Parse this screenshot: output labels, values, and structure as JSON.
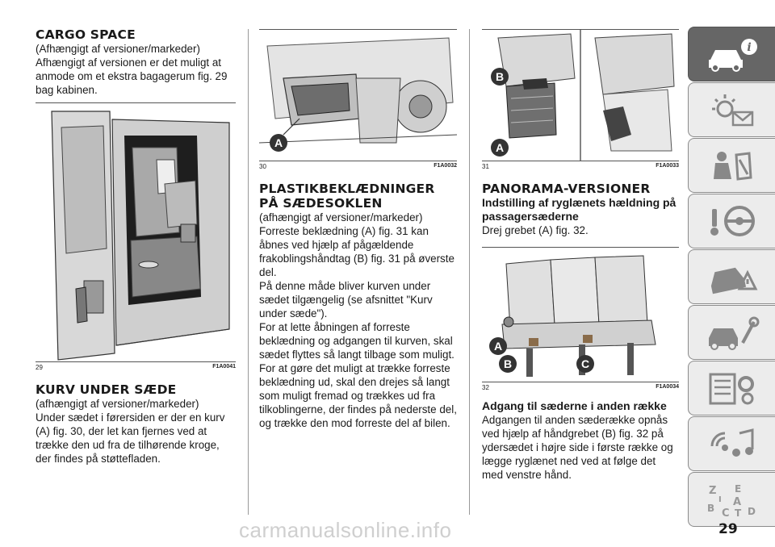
{
  "col1": {
    "cargo_title": "CARGO SPACE",
    "cargo_p1": "(Afhængigt af versioner/markeder)",
    "cargo_p2": "Afhængigt af versionen er det muligt at anmode om et ekstra bagagerum fig. 29 bag kabinen.",
    "fig29_num": "29",
    "fig29_code": "F1A0041",
    "kurv_title": "KURV UNDER SÆDE",
    "kurv_p1": "(afhængigt af versioner/markeder)",
    "kurv_p2": "Under sædet i førersiden er der en kurv (A) fig. 30, der let kan fjernes ved at trække den ud fra de tilhørende kroge, der findes på støttefladen."
  },
  "col2": {
    "fig30_num": "30",
    "fig30_code": "F1A0032",
    "fig30_label_a": "A",
    "plast_title": "PLASTIKBEKLÆDNINGER PÅ SÆDESOKLEN",
    "plast_p1": "(afhængigt af versioner/markeder)",
    "plast_p2": "Forreste beklædning (A) fig. 31 kan åbnes ved hjælp af pågældende frakoblingshåndtag (B) fig. 31 på øverste del.",
    "plast_p3": "På denne måde bliver kurven under sædet tilgængelig (se afsnittet \"Kurv under sæde\").",
    "plast_p4": "For at lette åbningen af forreste beklædning og adgangen til kurven, skal sædet flyttes så langt tilbage som muligt.",
    "plast_p5": "For at gøre det muligt at trække forreste beklædning ud, skal den drejes så langt som muligt fremad og trækkes ud fra tilkoblingerne, der findes på nederste del, og trække den mod forreste del af bilen."
  },
  "col3": {
    "fig31_num": "31",
    "fig31_code": "F1A0033",
    "fig31_label_a": "A",
    "fig31_label_b": "B",
    "pano_title": "PANORAMA-VERSIONER",
    "pano_sub": "Indstilling af ryglænets hældning på passagersæderne",
    "pano_p1": "Drej grebet (A) fig. 32.",
    "fig32_num": "32",
    "fig32_code": "F1A0034",
    "fig32_label_a": "A",
    "fig32_label_b": "B",
    "fig32_label_c": "C",
    "adg_sub": "Adgang til sæderne i anden række",
    "adg_p1": "Adgangen til anden sæderække opnås ved hjælp af håndgrebet (B) fig. 32 på ydersædet i højre side i første række og lægge ryglænet ned ved at følge det med venstre hånd."
  },
  "page_number": "29",
  "watermark": "carmanualsonline.info",
  "tabs": [
    "car-info-icon",
    "warning-lights-icon",
    "safety-icon",
    "steering-icon",
    "emergency-icon",
    "maintenance-icon",
    "specs-icon",
    "multimedia-icon",
    "index-icon"
  ]
}
